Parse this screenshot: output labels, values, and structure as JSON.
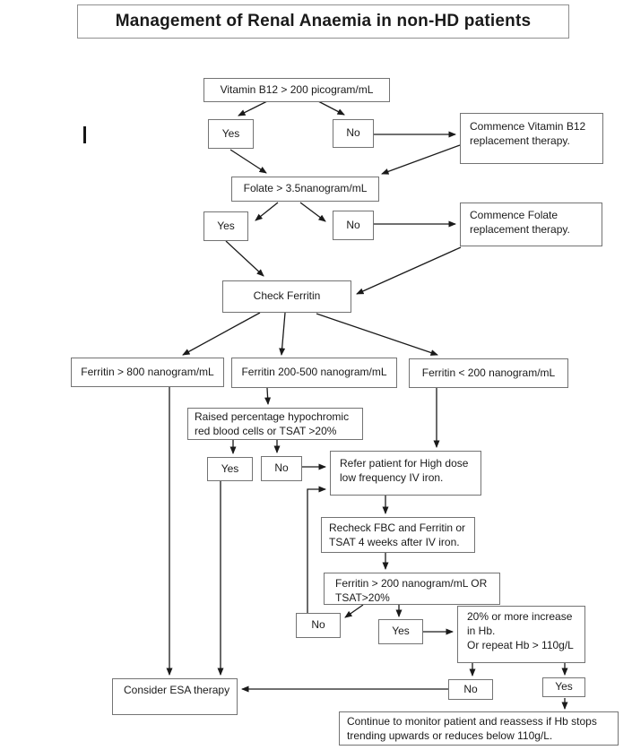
{
  "title": "Management of Renal Anaemia in non-HD patients",
  "colors": {
    "background": "#ffffff",
    "box_border": "#737373",
    "connector": "#1a1a1a",
    "text": "#1a1a1a"
  },
  "nodes": {
    "vitamin_b12": "Vitamin B12 > 200 picogram/mL",
    "vitamin_b12_yes": "Yes",
    "vitamin_b12_no": "No",
    "commence_b12": "Commence Vitamin B12\nreplacement therapy.",
    "folate": "Folate > 3.5nanogram/mL",
    "folate_yes": "Yes",
    "folate_no": "No",
    "commence_folate": "Commence Folate\nreplacement therapy.",
    "check_ferritin": "Check Ferritin",
    "ferritin_high": "Ferritin > 800 nanogram/mL",
    "ferritin_mid": "Ferritin 200-500 nanogram/mL",
    "ferritin_low": "Ferritin < 200 nanogram/mL",
    "hypochromic": "Raised percentage hypochromic\nred blood cells or TSAT >20%",
    "hypochromic_yes": "Yes",
    "hypochromic_no": "No",
    "refer_iv_iron": "Refer patient for High dose\nlow frequency IV iron.",
    "recheck": "Recheck FBC and Ferritin or\nTSAT 4 weeks after IV iron.",
    "ferritin_recheck": "Ferritin > 200 nanogram/mL OR\nTSAT>20%",
    "ferritin_recheck_no": "No",
    "ferritin_recheck_yes": "Yes",
    "hb_increase": "20% or more increase\nin Hb.\nOr repeat Hb > 110g/L",
    "consider_esa": "Consider ESA therapy",
    "hb_increase_no": "No",
    "hb_increase_yes": "Yes",
    "monitor": "Continue to monitor patient and reassess if Hb stops\ntrending upwards or reduces below 110g/L."
  }
}
